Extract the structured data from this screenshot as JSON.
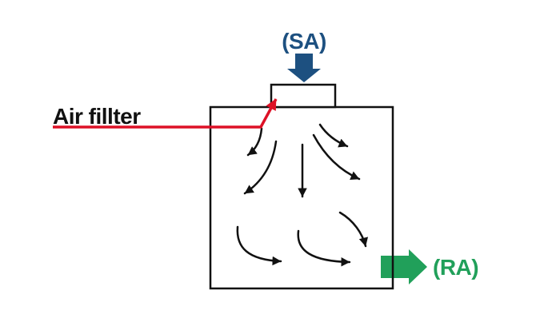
{
  "diagram": {
    "name": "air-filter-unit-airflow-diagram",
    "labels": {
      "supply_air": "(SA)",
      "air_filter": "Air fillter",
      "return_air": "(RA)"
    },
    "airflow_arrow_count": 8,
    "colors": {
      "supply_air": "#1d5080",
      "return_air": "#21a05a",
      "filter_leader": "#dd1126",
      "outline": "#111111",
      "background": "#ffffff"
    }
  }
}
